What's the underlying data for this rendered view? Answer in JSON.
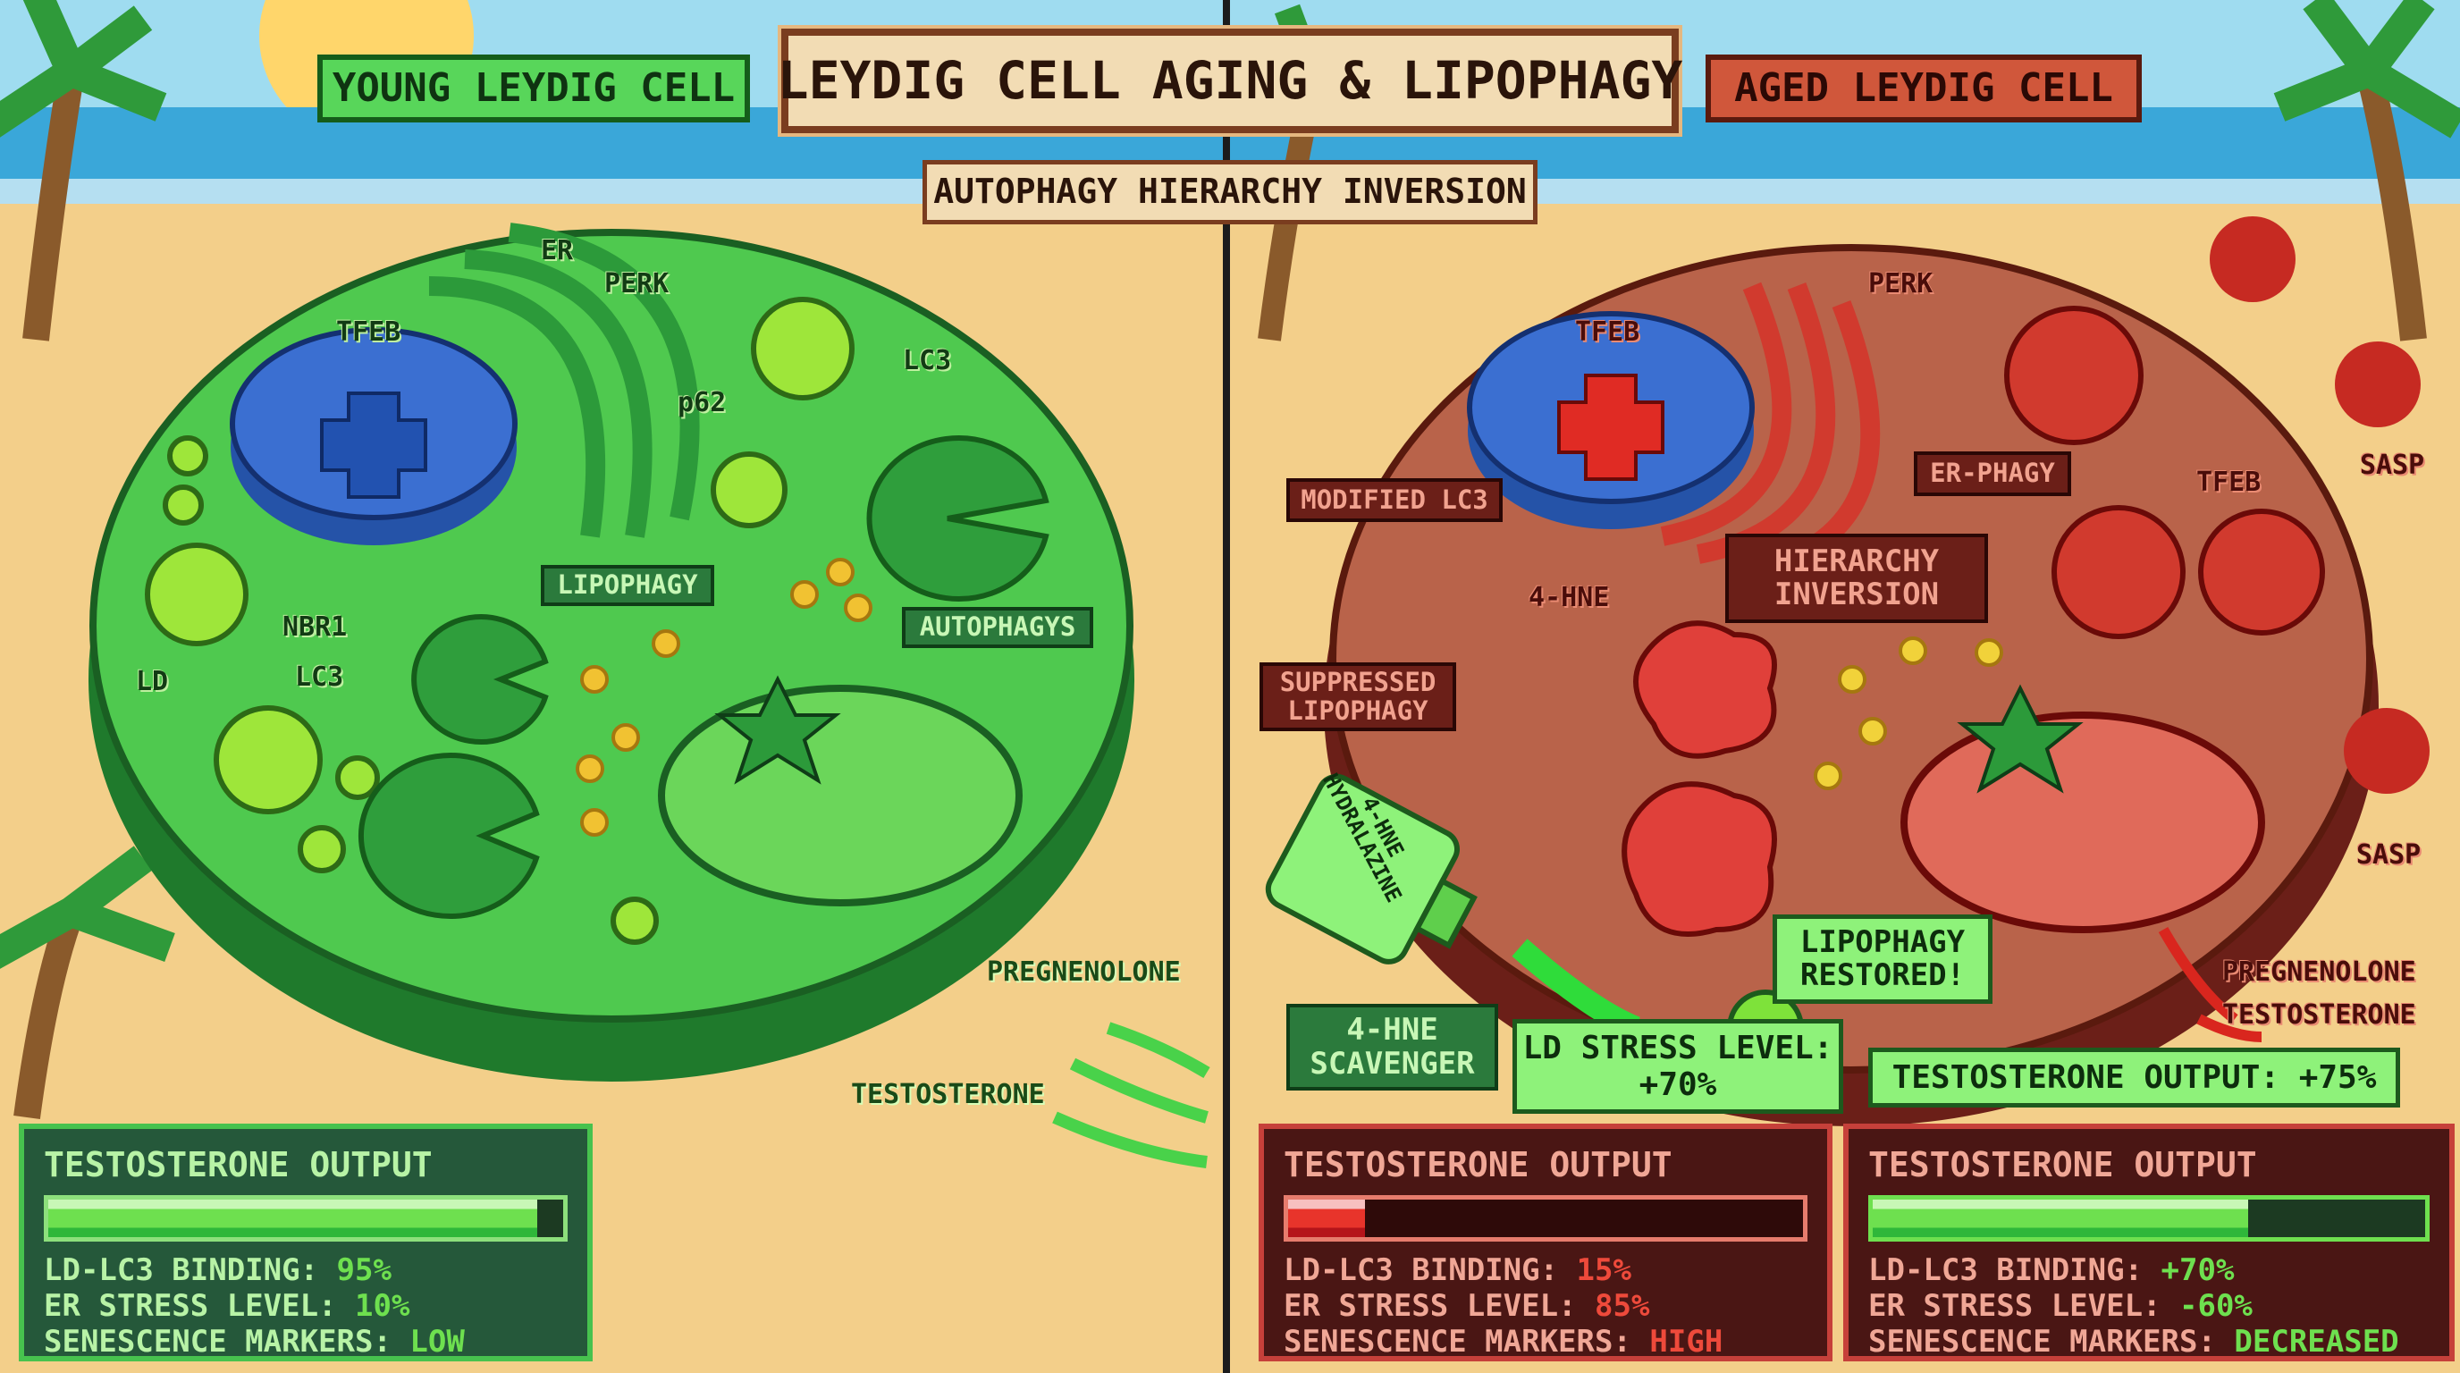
{
  "title": "LEYDIG CELL AGING & LIPOPHAGY",
  "subtitle": "AUTOPHAGY HIERARCHY INVERSION",
  "young_label": "YOUNG LEYDIG CELL",
  "aged_label": "AGED LEYDIG CELL",
  "colors": {
    "young": "#4fc94f",
    "aged": "#b9493a",
    "nucleus": "#3b6fd1",
    "sand": "#f3cf8a",
    "sea": "#3aa7d9",
    "accent_green": "#8ef27a",
    "accent_red": "#e23b2e"
  },
  "young_cell": {
    "labels": {
      "er": "ER",
      "perk": "PERK",
      "tfeb": "TFEB",
      "lc3_top": "LC3",
      "p62": "p62",
      "nbr1": "NBR1",
      "ld": "LD",
      "lc3_left": "LC3",
      "pregnenolone": "PREGNENOLONE",
      "testosterone": "TESTOSTERONE"
    },
    "boxes": {
      "lipophagy": "LIPOPHAGY",
      "autophagys": "AUTOPHAGYS"
    }
  },
  "aged_cell": {
    "labels": {
      "perk": "PERK",
      "tfeb": "TFEB",
      "tfeb_right": "TFEB",
      "sasp_top": "SASP",
      "sasp_bottom": "SASP",
      "hne": "4-HNE",
      "pregnenolone": "PREGNENOLONE",
      "testosterone": "TESTOSTERONE"
    },
    "boxes": {
      "er_phagy": "ER-PHAGY",
      "modified_lc3": "MODIFIED LC3",
      "hierarchy_1": "HIERARCHY",
      "hierarchy_2": "INVERSION",
      "suppressed_1": "SUPPRESSED",
      "suppressed_2": "LIPOPHAGY",
      "scavenger_1": "4-HNE",
      "scavenger_2": "SCAVENGER",
      "restored_1": "LIPOPHAGY",
      "restored_2": "RESTORED!"
    },
    "bottle_1": "4-HNE",
    "bottle_2": "HYDRALAZINE"
  },
  "panels": [
    {
      "heading": "TESTOSTERONE OUTPUT",
      "output_percent": 95,
      "rows": [
        {
          "label": "LD-LC3 BINDING:",
          "value": "95%"
        },
        {
          "label": "ER STRESS LEVEL:",
          "value": "10%"
        },
        {
          "label": "SENESCENCE MARKERS:",
          "value": "LOW"
        }
      ]
    },
    {
      "heading": "TESTOSTERONE OUTPUT",
      "output_percent": 15,
      "rows": [
        {
          "label": "LD-LC3 BINDING:",
          "value": "15%"
        },
        {
          "label": "ER STRESS LEVEL:",
          "value": "85%"
        },
        {
          "label": "SENESCENCE MARKERS:",
          "value": "HIGH"
        }
      ]
    },
    {
      "heading": "TESTOSTERONE OUTPUT",
      "output_percent": 68,
      "rows": [
        {
          "label": "LD-LC3 BINDING:",
          "value": "+70%"
        },
        {
          "label": "ER STRESS LEVEL:",
          "value": "-60%"
        },
        {
          "label": "SENESCENCE MARKERS:",
          "value": "DECREASED"
        }
      ]
    }
  ],
  "callouts": {
    "testosterone": "TESTOSTERONE OUTPUT: +75%",
    "ld_stress": "LD STRESS LEVEL: +70%"
  }
}
